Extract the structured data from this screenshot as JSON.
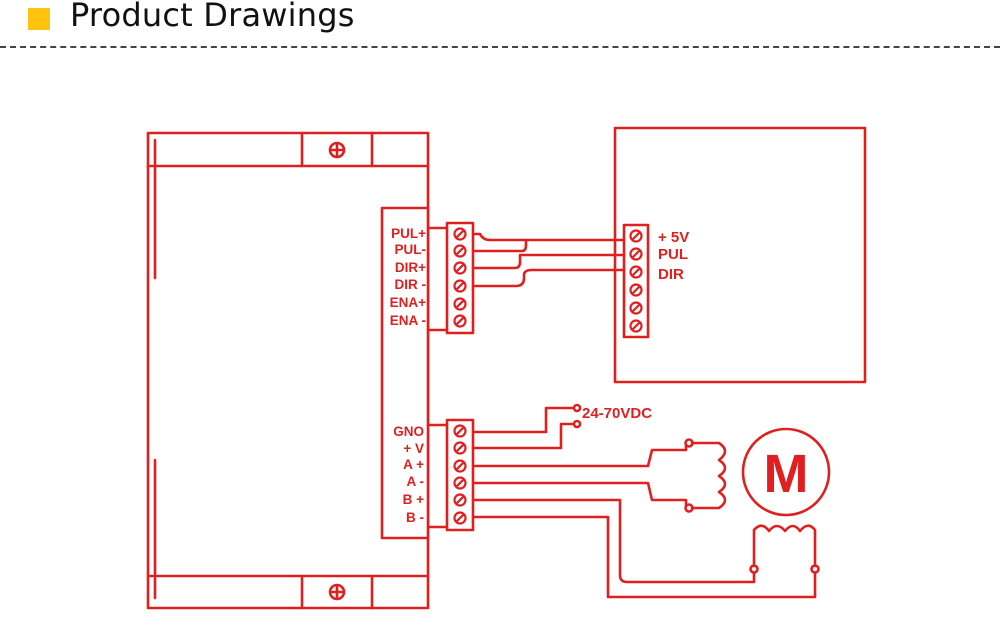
{
  "header": {
    "title": "Product Drawings",
    "accent_color": "#FFC20E",
    "icon": "yellow-square-icon"
  },
  "diagram": {
    "line_color": "#E02020",
    "driver": {
      "signal_terminals": [
        "PUL+",
        "PUL-",
        "DIR+",
        "DIR -",
        "ENA+",
        "ENA -"
      ],
      "power_terminals": [
        "GNO",
        "+ V",
        "A +",
        "A -",
        "B +",
        "B -"
      ]
    },
    "controller": {
      "labels": [
        "+ 5V",
        "PUL",
        "DIR"
      ]
    },
    "power_supply_label": "24-70VDC",
    "motor_label": "M"
  }
}
